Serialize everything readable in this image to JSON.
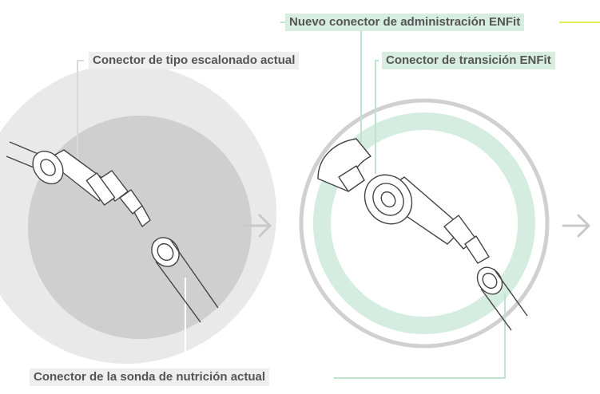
{
  "labels": {
    "current_stepped_connector": "Conector de tipo escalonado actual",
    "new_admin_connector": "Nuevo conector de administración ENFit",
    "transition_connector": "Conector de transición ENFit",
    "current_tube_connector": "Conector de la sonda de nutrición actual"
  },
  "colors": {
    "gray_label_bg": "#eeeeee",
    "green_label_bg": "#d7ede0",
    "green_line": "#bfe3cc",
    "yellow_accent": "#e6ec5a",
    "outer_circle_gray": "#e9e9e9",
    "inner_circle_gray": "#cfcfcf",
    "ring_gray": "#d0d0d0",
    "ring_green": "#d5ece0",
    "line_gray": "#d9d9d9",
    "arrow_gray": "#c8c8c8",
    "stroke_dark": "#444444"
  }
}
